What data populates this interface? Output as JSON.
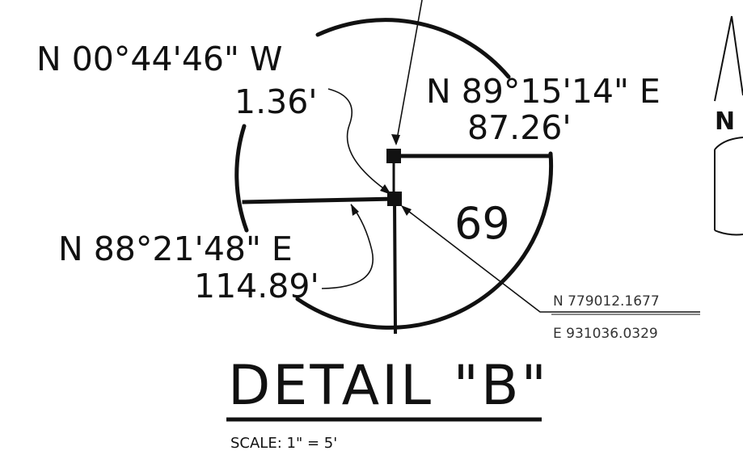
{
  "detail": {
    "title": "DETAIL \"B\"",
    "scale": "SCALE: 1\" = 5'"
  },
  "calls": {
    "west_bearing": "N 00°44'46\" W",
    "west_distance": "1.36'",
    "northeast_bearing": "N 89°15'14\" E",
    "northeast_distance": "87.26'",
    "southwest_bearing": "N 88°21'48\" E",
    "southwest_distance": "114.89'"
  },
  "lot_number": "69",
  "coordinates": {
    "northing": "N 779012.1677",
    "easting": "E 931036.0329"
  },
  "north_arrow": {
    "label": "N",
    "icon": "north-arrow-icon"
  }
}
